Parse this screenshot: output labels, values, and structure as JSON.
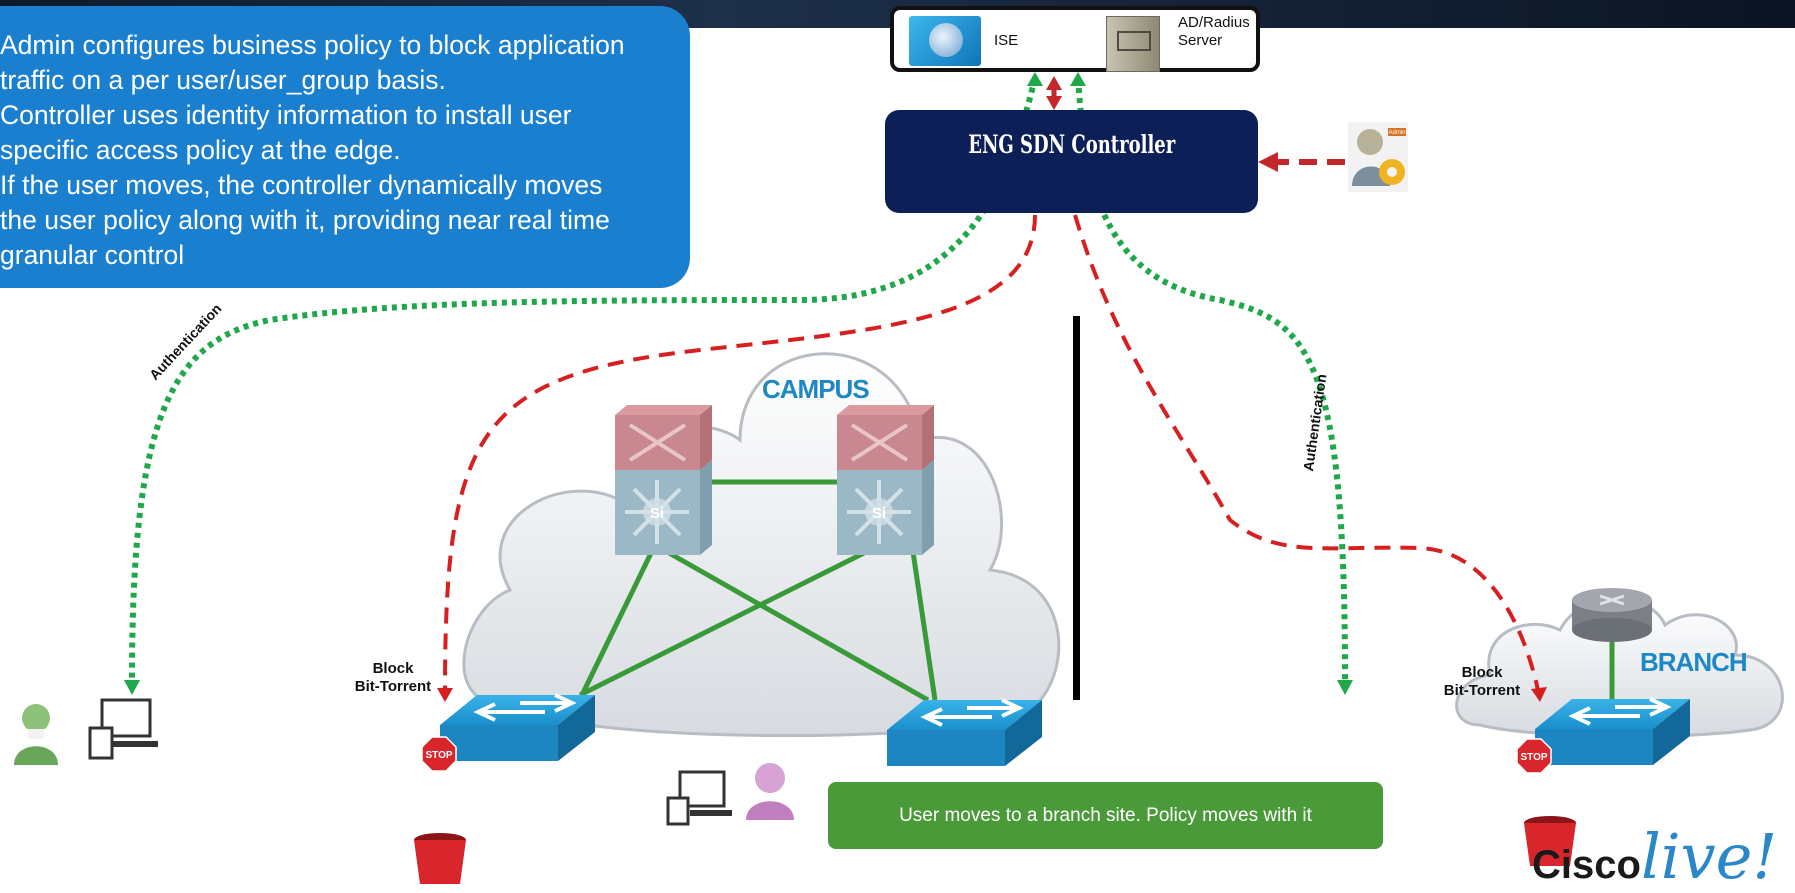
{
  "info_box": {
    "lines": [
      "Admin configures business policy to block application",
      "traffic on a per user/user_group basis.",
      "Controller uses identity information to install user",
      "specific access policy at the edge.",
      "If the user moves, the controller dynamically moves",
      "the user policy along with it, providing near real time",
      "granular control"
    ]
  },
  "servers": {
    "ise_label": "ISE",
    "ad_label_1": "AD/Radius",
    "ad_label_2": "Server"
  },
  "controller": {
    "title": "ENG SDN Controller"
  },
  "admin_icon_text": "Admin",
  "auth_label_left": "Authentication",
  "auth_label_right": "Authentication",
  "campus_label": "CAMPUS",
  "branch_label": "BRANCH",
  "block_left": {
    "line1": "Block",
    "line2": "Bit-Torrent"
  },
  "block_right": {
    "line1": "Block",
    "line2": "Bit-Torrent"
  },
  "stop_text": "STOP",
  "si_text": "Si",
  "green_banner": "User moves to a branch site. Policy moves with it",
  "brand": {
    "cisco": "Cisco",
    "live": "live!"
  },
  "colors": {
    "info_bg": "#1a7fcf",
    "controller_bg": "#0c1f57",
    "auth_green": "#1fa84a",
    "policy_red": "#d62020",
    "banner_green": "#4a9a3a"
  }
}
